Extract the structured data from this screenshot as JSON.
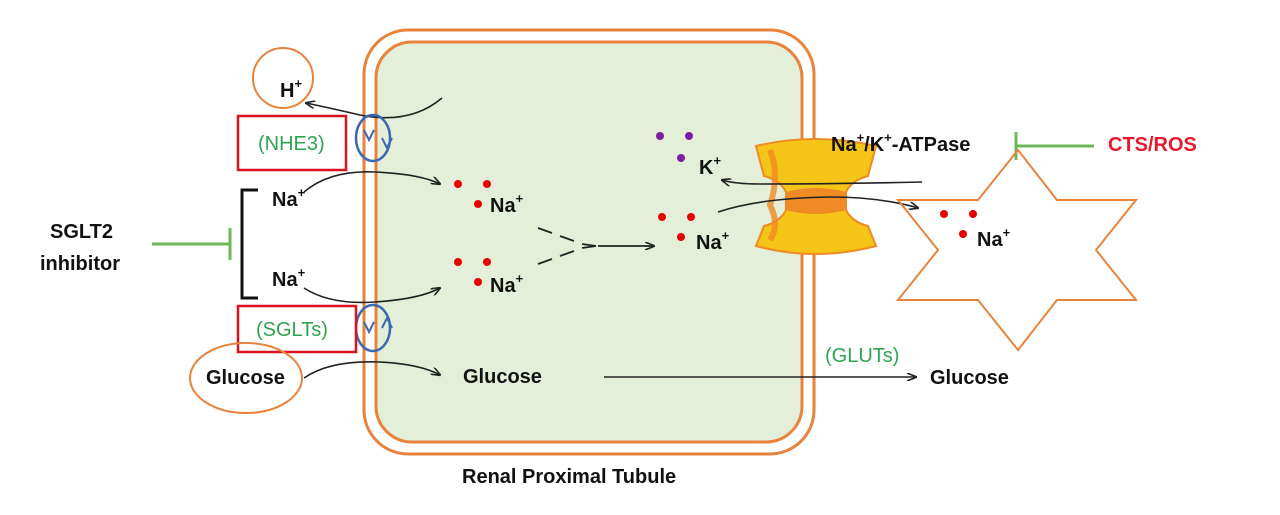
{
  "title": "Renal Proximal Tubule",
  "labels": {
    "h_plus": "H",
    "nhe3": "(NHE3)",
    "sglts": "(SGLTs)",
    "gluts": "(GLUTs)",
    "sglt2_line1": "SGLT2",
    "sglt2_line2": "inhibitor",
    "na": "Na",
    "k": "K",
    "plus": "+",
    "glucose": "Glucose",
    "nak_atpase_prefix": "Na",
    "nak_atpase_mid": "/K",
    "nak_atpase_suffix": "-ATPase",
    "cts_ros": "CTS/ROS"
  },
  "colors": {
    "cell_fill": "#e3efd9",
    "membrane": "#e9823a",
    "highlight_orange": "#e9823a",
    "highlight_red": "#d9141e",
    "transporter_label_green": "#2fa44f",
    "inhibition_line": "#6db75a",
    "pump_yellow": "#f5c518",
    "pump_orange": "#f08a24",
    "na_dot": "#e60000",
    "k_dot": "#7b1fa2",
    "arrow": "#222222",
    "cycle_blue": "#3c68b0",
    "cts_red": "#e8192c"
  }
}
